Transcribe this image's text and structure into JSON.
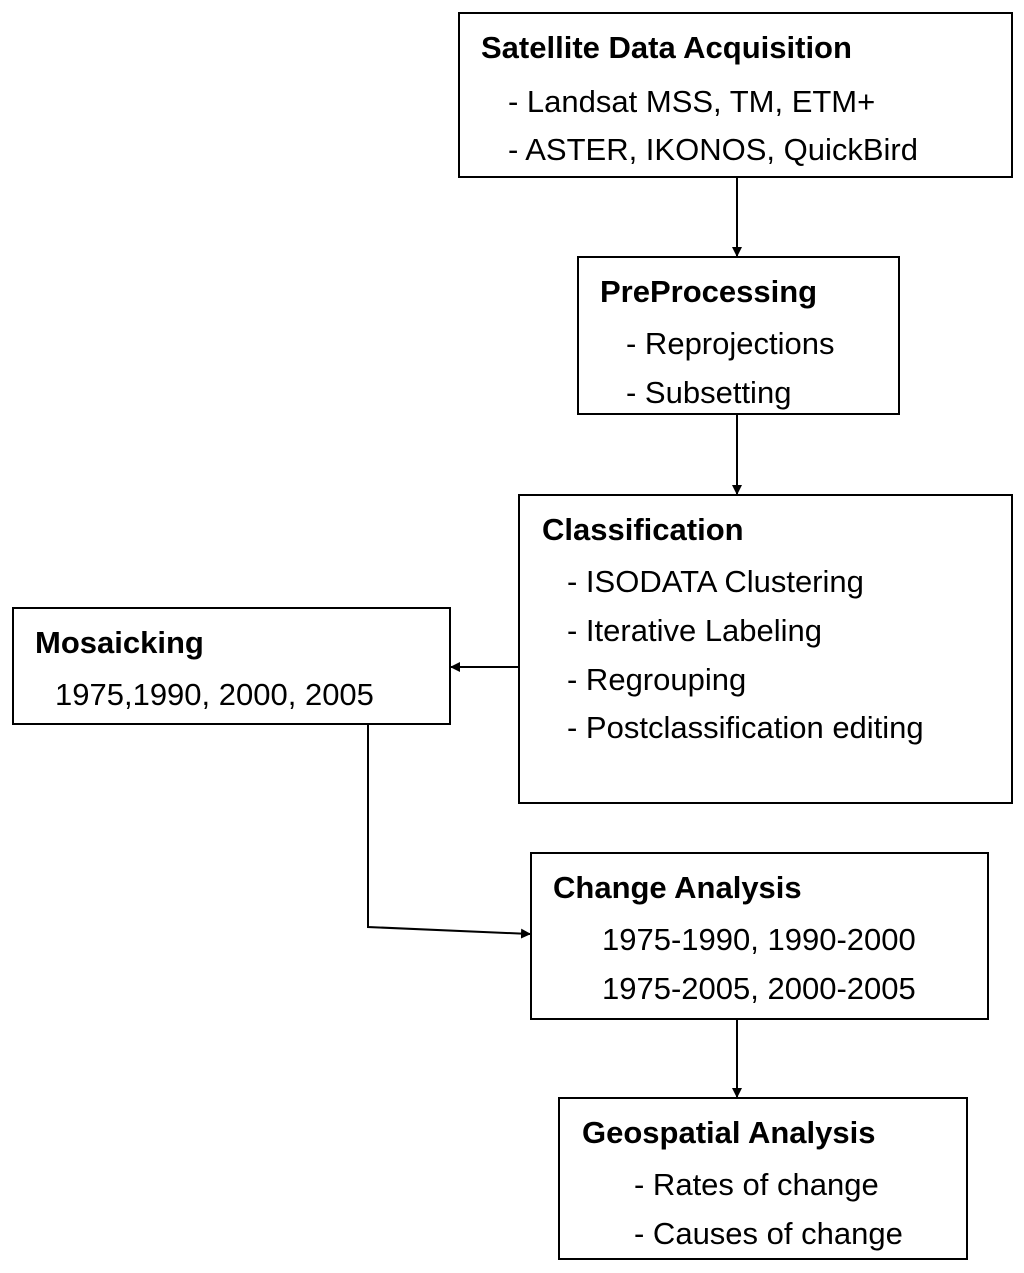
{
  "nodes": {
    "satellite": {
      "title": "Satellite Data Acquisition",
      "lines": [
        "- Landsat MSS, TM, ETM+",
        "- ASTER, IKONOS, QuickBird"
      ]
    },
    "preprocessing": {
      "title": "PreProcessing",
      "lines": [
        "- Reprojections",
        "- Subsetting"
      ]
    },
    "classification": {
      "title": "Classification",
      "lines": [
        "- ISODATA Clustering",
        "- Iterative Labeling",
        "- Regrouping",
        "- Postclassification editing"
      ]
    },
    "mosaicking": {
      "title": "Mosaicking",
      "lines": [
        "1975,1990, 2000, 2005"
      ]
    },
    "change": {
      "title": "Change Analysis",
      "lines": [
        "1975-1990, 1990-2000",
        "1975-2005, 2000-2005"
      ]
    },
    "geospatial": {
      "title": "Geospatial Analysis",
      "lines": [
        "- Rates of change",
        "- Causes of change"
      ]
    }
  },
  "edges": [
    {
      "from": "satellite",
      "to": "preprocessing"
    },
    {
      "from": "preprocessing",
      "to": "classification"
    },
    {
      "from": "classification",
      "to": "mosaicking"
    },
    {
      "from": "mosaicking",
      "to": "change"
    },
    {
      "from": "change",
      "to": "geospatial"
    }
  ],
  "colors": {
    "stroke": "#000000",
    "background": "#ffffff"
  }
}
